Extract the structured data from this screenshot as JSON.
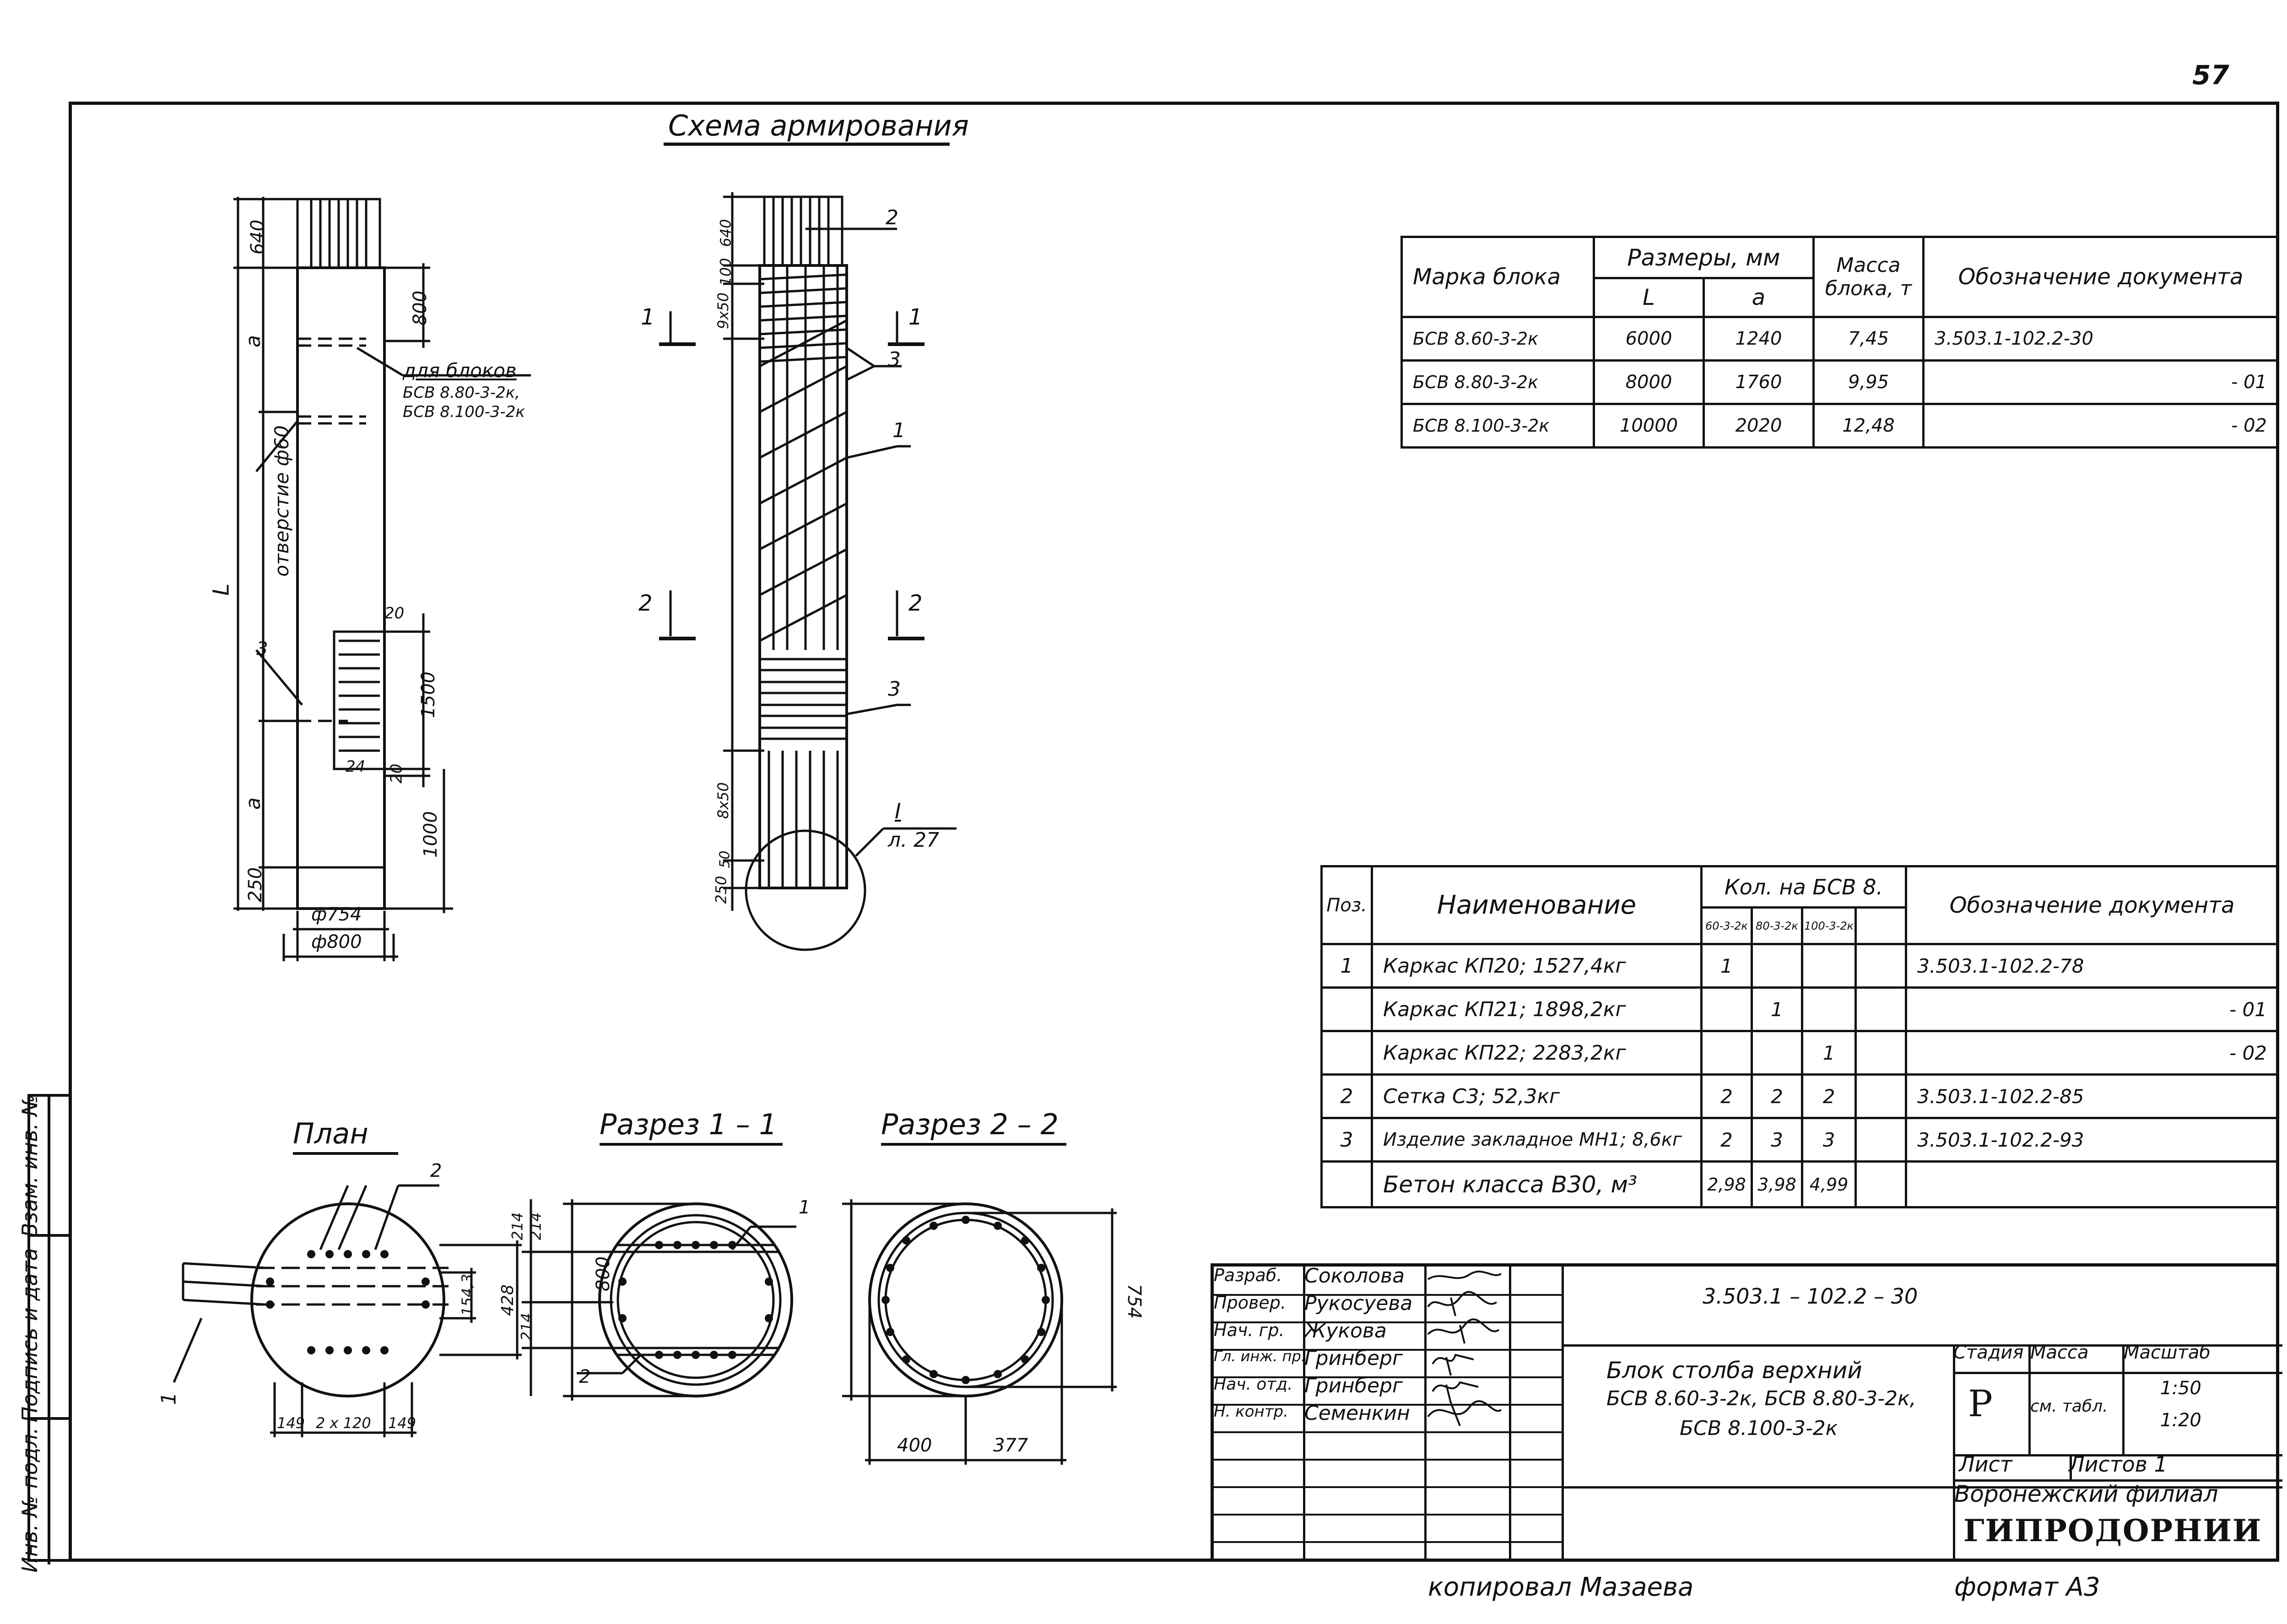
{
  "sheet": {
    "page_number": "57",
    "copied_by": "копировал Мазаева",
    "format": "формат А3"
  },
  "schema_title": "Схема армирования",
  "plan_title": "План",
  "section1_title": "Разрез 1 – 1",
  "section2_title": "Разрез 2 – 2",
  "elevation": {
    "dim_640": "640",
    "dim_800": "800",
    "dim_a": "a",
    "dim_L": "L",
    "dim_20a": "20",
    "dim_1500": "1500",
    "dim_20b": "20",
    "dim_1000": "1000",
    "dim_250": "250",
    "dim_24": "24",
    "dim_3": "3",
    "hole_label": "отверстие ф60",
    "blocks_label": "для блоков",
    "blocks_list_1": "БСВ 8.80-3-2к,",
    "blocks_list_2": "БСВ 8.100-3-2к",
    "dia_754": "ф754",
    "dia_800": "ф800"
  },
  "rebar": {
    "dim_640": "640",
    "dim_100": "100",
    "dim_9x50": "9х50",
    "dim_8x50": "8х50",
    "dim_50": "50",
    "dim_250": "250",
    "pos_2": "2",
    "pos_3a": "3",
    "pos_1": "1",
    "pos_3b": "3",
    "cut_1": "1",
    "cut_2": "2",
    "node": "I",
    "node_ref": "л. 27"
  },
  "plan": {
    "pos_2": "2",
    "pos_1": "1",
    "dim_154": "154,3",
    "dim_428": "428",
    "dim_149a": "149",
    "dim_2x120": "2 х 120",
    "dim_149b": "149"
  },
  "section1": {
    "pos_1": "1",
    "pos_2": "2",
    "dim_214a": "214",
    "dim_214b": "214",
    "dim_214c": "214",
    "dim_800": "800"
  },
  "section2": {
    "dim_754": "754",
    "dim_400": "400",
    "dim_377": "377"
  },
  "blocks_table": {
    "h_mark": "Марка блока",
    "h_dims": "Размеры, мм",
    "h_L": "L",
    "h_a": "a",
    "h_mass": "Масса блока, т",
    "h_doc": "Обозначение документа",
    "rows": [
      {
        "mark": "БСВ 8.60-3-2к",
        "L": "6000",
        "a": "1240",
        "mass": "7,45",
        "doc": "3.503.1-102.2-30"
      },
      {
        "mark": "БСВ 8.80-3-2к",
        "L": "8000",
        "a": "1760",
        "mass": "9,95",
        "doc": "- 01"
      },
      {
        "mark": "БСВ 8.100-3-2к",
        "L": "10000",
        "a": "2020",
        "mass": "12,48",
        "doc": "- 02"
      }
    ]
  },
  "spec_table": {
    "h_pos": "Поз.",
    "h_name": "Наименование",
    "h_qty": "Кол. на БСВ 8.",
    "h_q1": "60-3-2к",
    "h_q2": "80-3-2к",
    "h_q3": "100-3-2к",
    "h_doc": "Обозначение документа",
    "rows": [
      {
        "pos": "1",
        "name": "Каркас КП20; 1527,4кг",
        "q1": "1",
        "q2": "",
        "q3": "",
        "doc": "3.503.1-102.2-78"
      },
      {
        "pos": "",
        "name": "Каркас КП21; 1898,2кг",
        "q1": "",
        "q2": "1",
        "q3": "",
        "doc": "- 01"
      },
      {
        "pos": "",
        "name": "Каркас КП22; 2283,2кг",
        "q1": "",
        "q2": "",
        "q3": "1",
        "doc": "- 02"
      },
      {
        "pos": "2",
        "name": "Сетка С3; 52,3кг",
        "q1": "2",
        "q2": "2",
        "q3": "2",
        "doc": "3.503.1-102.2-85"
      },
      {
        "pos": "3",
        "name": "Изделие закладное МН1; 8,6кг",
        "q1": "2",
        "q2": "3",
        "q3": "3",
        "doc": "3.503.1-102.2-93"
      },
      {
        "pos": "",
        "name": "Бетон класса В30, м³",
        "q1": "2,98",
        "q2": "3,98",
        "q3": "4,99",
        "doc": ""
      }
    ]
  },
  "title_block": {
    "code": "3.503.1 – 102.2 – 30",
    "roles": [
      "Разраб.",
      "Провер.",
      "Нач. гр.",
      "Гл. инж. пр.",
      "Нач. отд.",
      "Н. контр."
    ],
    "names": [
      "Соколова",
      "Рукосуева",
      "Жукова",
      "Гринберг",
      "Гринберг",
      "Семенкин"
    ],
    "title_1": "Блок столба верхний",
    "title_2": "БСВ 8.60-3-2к, БСВ 8.80-3-2к,",
    "title_3": "БСВ 8.100-3-2к",
    "h_stage": "Стадия",
    "h_mass": "Масса",
    "h_scale": "Масштаб",
    "stage": "Р",
    "mass": "см. табл.",
    "scale_1": "1:50",
    "scale_2": "1:20",
    "sheet": "Лист",
    "sheets": "Листов 1",
    "org_1": "Воронежский филиал",
    "org_2": "ГИПРОДОРНИИ"
  },
  "side_stamp": {
    "inv_orig": "Инв. № подл.",
    "sign_date": "Подпись и дата",
    "replace_inv": "Взам. инв. №"
  }
}
